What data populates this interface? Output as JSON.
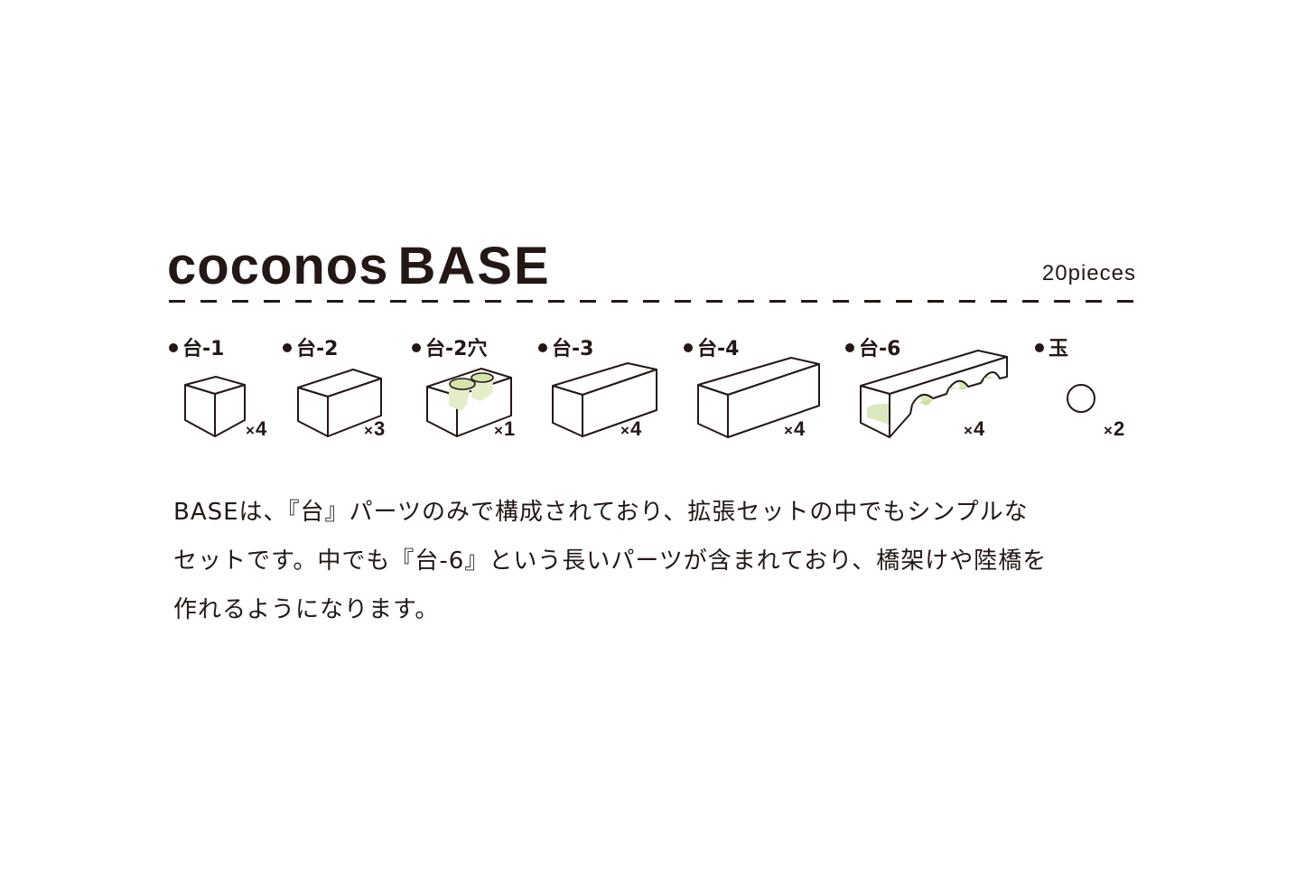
{
  "header": {
    "title_lower": "coconos",
    "title_upper": "BASE",
    "piece_count": "20pieces"
  },
  "parts": [
    {
      "name": "台-1",
      "qty_symbol": "×",
      "qty": "4"
    },
    {
      "name": "台-2",
      "qty_symbol": "×",
      "qty": "3"
    },
    {
      "name": "台-2穴",
      "qty_symbol": "×",
      "qty": "1"
    },
    {
      "name": "台-3",
      "qty_symbol": "×",
      "qty": "4"
    },
    {
      "name": "台-4",
      "qty_symbol": "×",
      "qty": "4"
    },
    {
      "name": "台-6",
      "qty_symbol": "×",
      "qty": "4"
    },
    {
      "name": "玉",
      "qty_symbol": "×",
      "qty": "2"
    }
  ],
  "description": {
    "lines": [
      "BASEは、『台』パーツのみで構成されており、拡張セットの中でもシンプルな",
      "セットです。中でも『台-6』という長いパーツが含まれており、橋架けや陸橋を",
      "作れるようになります。"
    ]
  },
  "colors": {
    "ink": "#231815",
    "accent_green": "#d8e6b6",
    "accent_green_dark": "#c5da9a",
    "background": "#ffffff"
  }
}
